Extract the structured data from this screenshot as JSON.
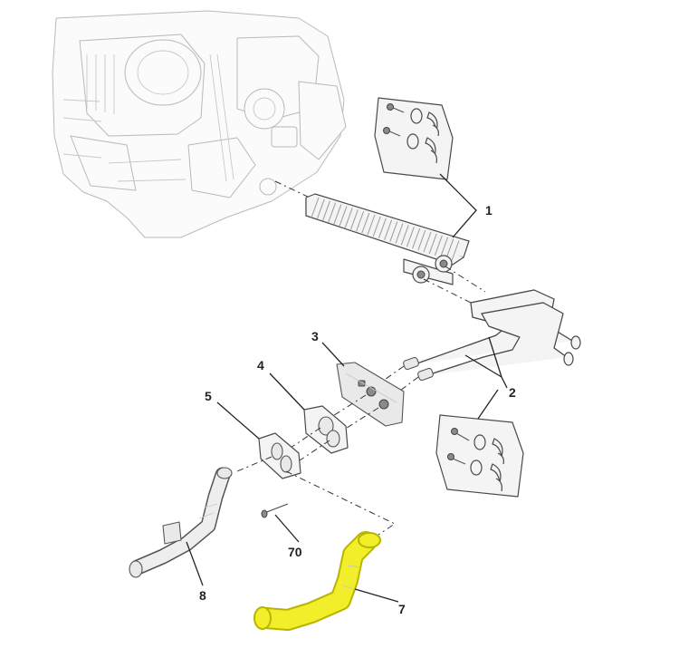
{
  "diagram": {
    "callouts": [
      {
        "id": "1",
        "label": "1"
      },
      {
        "id": "2",
        "label": "2"
      },
      {
        "id": "3",
        "label": "3"
      },
      {
        "id": "4",
        "label": "4"
      },
      {
        "id": "5",
        "label": "5"
      },
      {
        "id": "7",
        "label": "7"
      },
      {
        "id": "8",
        "label": "8"
      },
      {
        "id": "70",
        "label": "70"
      }
    ],
    "colors": {
      "highlight": "#f2ee2a",
      "highlight_outline": "#b8b400",
      "line_art": "#4a4a4a",
      "background": "#ffffff"
    },
    "highlighted_part": "7"
  }
}
